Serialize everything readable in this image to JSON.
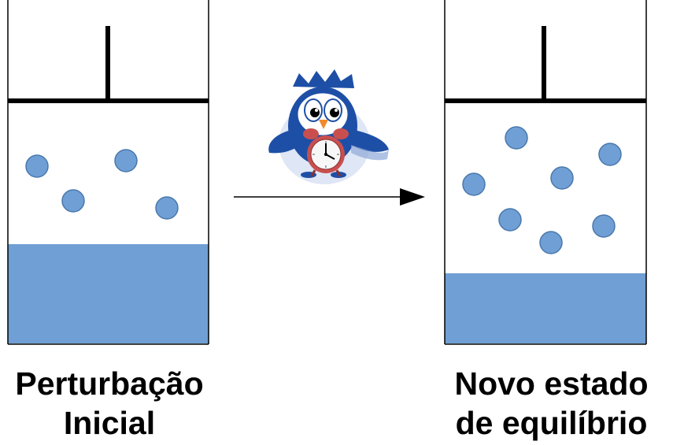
{
  "colors": {
    "liquid": "#6f9fd4",
    "molecule": "#6f9fd4",
    "molecule_stroke": "#4a78ad",
    "line": "#000000",
    "owl_body": "#1e4fa6"
  },
  "states": [
    {
      "id": "initial",
      "caption_lines": [
        "Perturbação",
        "Inicial"
      ],
      "molecule_count": 4,
      "liquid_level_fraction": 0.295
    },
    {
      "id": "final",
      "caption_lines": [
        "Novo estado",
        "de equilíbrio"
      ],
      "molecule_count": 7,
      "liquid_level_fraction": 0.205
    }
  ],
  "arrow": {
    "direction": "right"
  },
  "icon": {
    "name": "owl-with-alarm-clock-icon"
  }
}
